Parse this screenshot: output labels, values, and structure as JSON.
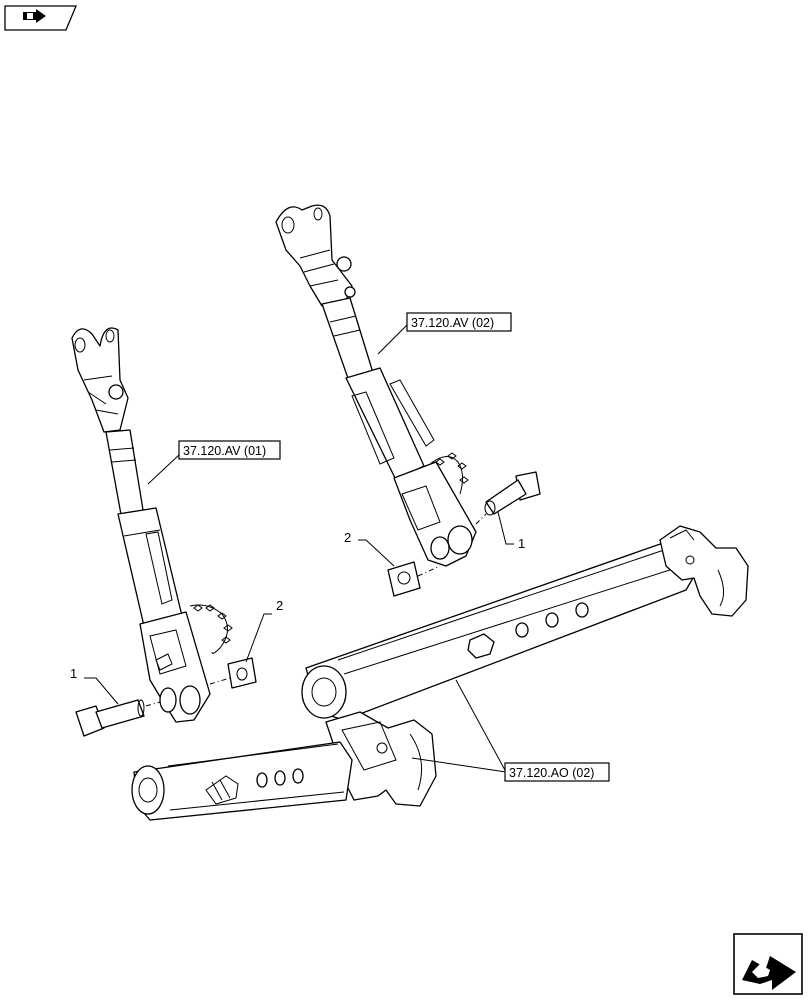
{
  "icons": {
    "top_left": "arrow-right-icon",
    "bottom_right": "next-page-arrow-icon"
  },
  "callouts": {
    "ref_left_toplink": "37.120.AV (01)",
    "ref_right_toplink": "37.120.AV (02)",
    "ref_lower_links": "37.120.AO (02)",
    "item_1_left": "1",
    "item_2_left": "2",
    "item_1_right": "1",
    "item_2_right": "2"
  }
}
